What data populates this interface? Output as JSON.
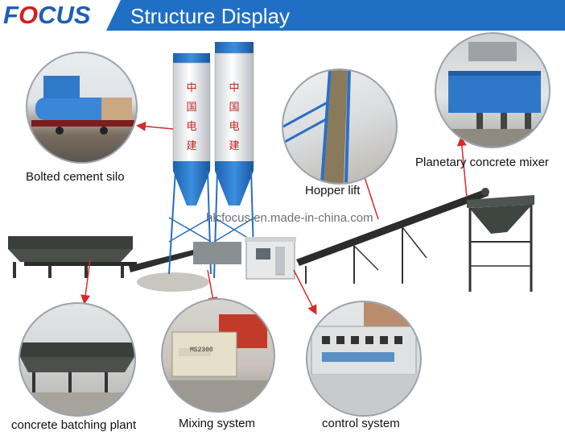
{
  "header": {
    "logo_text": "F",
    "logo_o": "O",
    "logo_rest": "CUS",
    "title": "Structure Display"
  },
  "watermark": "hlcfocus.en.made-in-china.com",
  "silo_text": {
    "left": [
      "中",
      "国",
      "电",
      "建"
    ],
    "right": [
      "中",
      "国",
      "电",
      "建"
    ]
  },
  "mixer_plate": "MS2300",
  "labels": {
    "bolted_cement_silo": "Bolted cement silo",
    "hopper_lift": "Hopper lift",
    "planetary_mixer": "Planetary concrete mixer",
    "batching_plant": "concrete batching plant",
    "mixing_system": "Mixing system",
    "control_system": "control system"
  },
  "colors": {
    "brand_blue": "#1f6fc4",
    "silo_blue": "#2f7fd0",
    "arrow_red": "#d62a2a"
  }
}
